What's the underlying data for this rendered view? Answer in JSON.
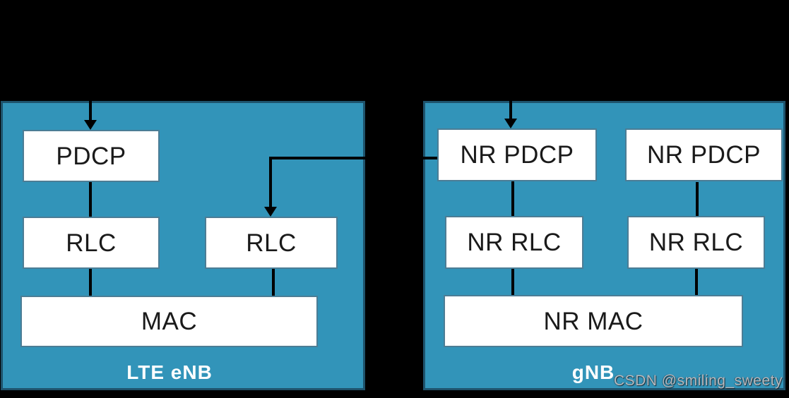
{
  "left_group": {
    "title": "LTE eNB",
    "boxes": {
      "pdcp": "PDCP",
      "rlc_left": "RLC",
      "rlc_right": "RLC",
      "mac": "MAC"
    }
  },
  "right_group": {
    "title": "gNB",
    "boxes": {
      "pdcp_left": "NR PDCP",
      "pdcp_right": "NR PDCP",
      "rlc_left": "NR RLC",
      "rlc_right": "NR RLC",
      "mac": "NR MAC"
    }
  },
  "watermark": "CSDN @smiling_sweety",
  "colors": {
    "canvas_bg": "#000000",
    "container_fill": "#3294B9",
    "container_border": "#1E536C",
    "box_fill": "#FFFFFF",
    "box_border": "#4C7D95",
    "box_text": "#1A1A1A",
    "title_text": "#FFFFFF",
    "line": "#000000",
    "watermark_text": "#B6BABF"
  }
}
